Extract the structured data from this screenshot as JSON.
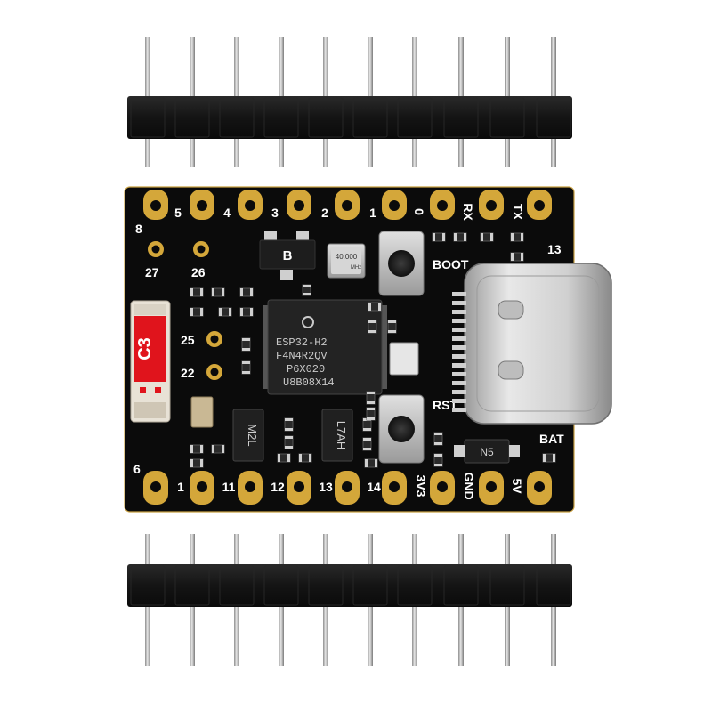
{
  "product": {
    "module_chip_lines": [
      "ESP32-H2",
      "F4N4R2QV",
      "P6X020",
      "U8B08X14"
    ],
    "crystal_label": [
      "40.000",
      "MHz"
    ],
    "mosfet_label": "B",
    "regulator_labels": [
      "M2L",
      "L7AH"
    ],
    "diode_label": "N5",
    "badge_label": "C3"
  },
  "top_edge_labels": [
    "5",
    "4",
    "3",
    "2",
    "1",
    "0",
    "RX",
    "TX"
  ],
  "bottom_edge_labels": [
    "1",
    "11",
    "12",
    "13",
    "14",
    "3V3",
    "GND",
    "5V"
  ],
  "side_labels": {
    "left_top": "8",
    "left_bottom": "6",
    "inner_pads_top": [
      "27",
      "26"
    ],
    "inner_pads_mid": [
      "25",
      "22"
    ],
    "right_top": "13",
    "boot": "BOOT",
    "rst": "RST",
    "bat": "BAT"
  },
  "colors": {
    "pcb": "#0b0b0b",
    "pad_gold": "#d4a73a",
    "header_plastic": "#161616",
    "pin_metal": "#b8b8b8",
    "badge_red": "#e0141c"
  }
}
